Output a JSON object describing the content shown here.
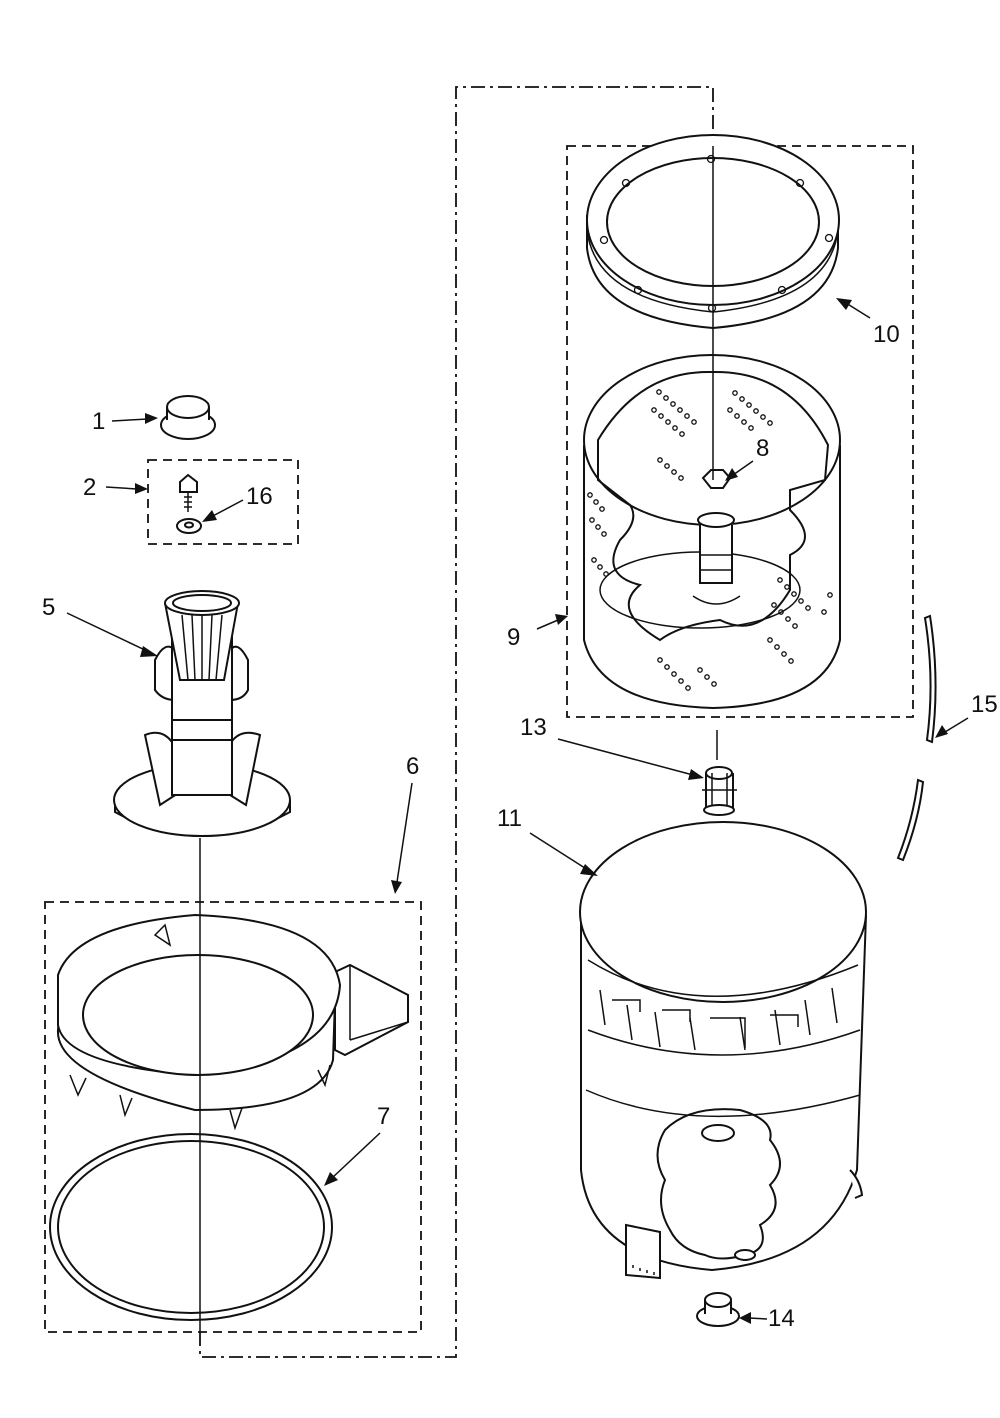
{
  "diagram": {
    "labels": {
      "p1": "1",
      "p2": "2",
      "p16": "16",
      "p5": "5",
      "p6": "6",
      "p7": "7",
      "p8": "8",
      "p9": "9",
      "p10": "10",
      "p11": "11",
      "p13": "13",
      "p14": "14",
      "p15": "15"
    }
  }
}
